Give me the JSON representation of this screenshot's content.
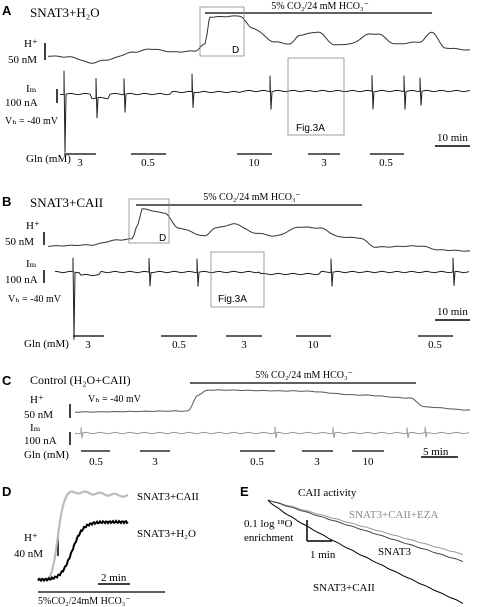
{
  "chart_data": [
    {
      "type": "line",
      "panel": "A",
      "title": "SNAT3+H₂O",
      "bar_label": "5% CO₂/24 mM HCO₃⁻",
      "h_label": "H⁺",
      "h_scale": "50 nM",
      "im_label": "Iₘ",
      "im_scale": "100 nA",
      "vh": "Vₕ = -40 mV",
      "box_labels": [
        "D",
        "Fig.3A"
      ],
      "time_scale": "10 min",
      "gln_label": "Gln (mM)",
      "gln_applications": [
        "3",
        "0.5",
        "10",
        "3",
        "0.5"
      ]
    },
    {
      "type": "line",
      "panel": "B",
      "title": "SNAT3+CAII",
      "bar_label": "5% CO₂/24 mM HCO₃⁻",
      "h_label": "H⁺",
      "h_scale": "50 nM",
      "im_label": "Iₘ",
      "im_scale": "100 nA",
      "vh": "Vₕ = -40 mV",
      "box_labels": [
        "D",
        "Fig.3A"
      ],
      "time_scale": "10 min",
      "gln_label": "Gln (mM)",
      "gln_applications": [
        "3",
        "0.5",
        "3",
        "10",
        "0.5"
      ]
    },
    {
      "type": "line",
      "panel": "C",
      "title": "Control (H₂O+CAII)",
      "bar_label": "5% CO₂/24 mM HCO₃⁻",
      "h_label": "H⁺",
      "h_scale": "50 nM",
      "im_label": "Iₘ",
      "im_scale": "100 nA",
      "vh": "Vₕ = -40 mV",
      "time_scale": "5 min",
      "gln_label": "Gln (mM)",
      "gln_applications": [
        "0.5",
        "3",
        "0.5",
        "3",
        "10"
      ]
    },
    {
      "type": "line",
      "panel": "D",
      "h_label": "H⁺",
      "h_scale": "40 nM",
      "time_scale": "2 min",
      "bar_label": "5%CO₂/24mM HCO₃⁻",
      "series": [
        {
          "name": "SNAT3+CAII",
          "color": "#bbbbbb"
        },
        {
          "name": "SNAT3+H₂O",
          "color": "#000000"
        }
      ]
    },
    {
      "type": "line",
      "panel": "E",
      "title": "CAII activity",
      "y_scale": "0.1 log ¹⁸O enrichment",
      "y_scale_line1": "0.1 log ¹⁸O",
      "y_scale_line2": "enrichment",
      "time_scale": "1 min",
      "series": [
        {
          "name": "SNAT3+CAII+EZA",
          "color": "#999999"
        },
        {
          "name": "SNAT3",
          "color": "#444444"
        },
        {
          "name": "SNAT3+CAII",
          "color": "#000000"
        }
      ]
    }
  ]
}
